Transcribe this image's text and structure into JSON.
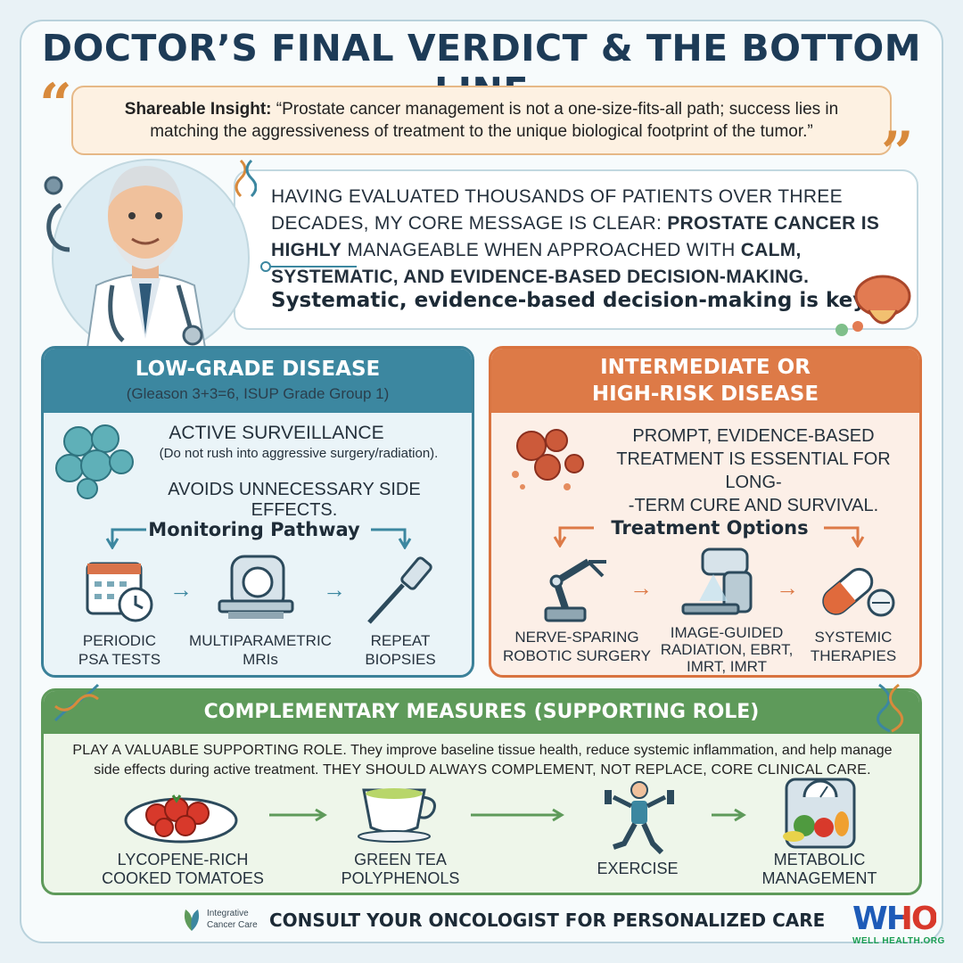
{
  "title": "DOCTOR’S FINAL VERDICT & THE BOTTOM LINE",
  "insight": {
    "label": "Shareable Insight:",
    "quote": "“Prostate cancer management is not a one-size-fits-all path; success lies in matching the aggressiveness of treatment to the unique biological footprint of the tumor.”"
  },
  "doctor": {
    "message_parts": [
      "HAVING EVALUATED THOUSANDS OF PATIENTS OVER THREE DECADES, MY CORE MESSAGE IS CLEAR: ",
      "PROSTATE CANCER IS ",
      "HIGHLY",
      " MANAGEABLE WHEN APPROACHED WITH ",
      "CALM, SYSTEMATIC, AND",
      " ",
      "EVIDENCE-BASED DECISION-MAKING."
    ],
    "key_line": "Systematic, evidence-based decision-making is key."
  },
  "low_grade": {
    "heading": "LOW-GRADE DISEASE",
    "subheading": "(Gleason 3+3=6, ISUP Grade Group 1)",
    "strategy": "ACTIVE SURVEILLANCE",
    "strategy_note": "(Do not rush into aggressive surgery/radiation).",
    "benefit": "AVOIDS UNNECESSARY SIDE EFFECTS.",
    "pathway_title": "Monitoring Pathway",
    "steps": [
      {
        "line1": "PERIODIC",
        "line2": "PSA TESTS",
        "icon": "calendar-clock-icon"
      },
      {
        "line1": "MULTIPARAMETRIC",
        "line2": "MRIs",
        "icon": "mri-scanner-icon"
      },
      {
        "line1": "REPEAT",
        "line2": "BIOPSIES",
        "icon": "biopsy-needle-icon"
      }
    ]
  },
  "high_risk": {
    "heading_line1": "INTERMEDIATE OR",
    "heading_line2": "HIGH-RISK DISEASE",
    "message_line1": "PROMPT, EVIDENCE-BASED",
    "message_line2": "TREATMENT IS ESSENTIAL FOR LONG-",
    "message_line3": "-TERM CURE AND SURVIVAL.",
    "pathway_title": "Treatment Options",
    "steps": [
      {
        "line1": "NERVE-SPARING",
        "line2": "ROBOTIC SURGERY",
        "line3": "",
        "icon": "robotic-arm-icon"
      },
      {
        "line1": "IMAGE-GUIDED",
        "line2": "RADIATION, EBRT,",
        "line3": "IMRT, IMRT",
        "icon": "radiation-machine-icon"
      },
      {
        "line1": "SYSTEMIC",
        "line2": "THERAPIES",
        "line3": "",
        "icon": "pill-icon"
      }
    ]
  },
  "complementary": {
    "heading": "COMPLEMENTARY MEASURES (SUPPORTING ROLE)",
    "text_lead": "PLAY A VALUABLE SUPPORTING ROLE.",
    "text_body": " They improve baseline tissue health, reduce systemic inflammation, and help manage side effects during active treatment. ",
    "text_tail": "THEY SHOULD ALWAYS COMPLEMENT, NOT REPLACE, CORE CLINICAL CARE.",
    "items": [
      {
        "line1": "LYCOPENE-RICH",
        "line2": "COOKED TOMATOES",
        "icon": "tomato-plate-icon"
      },
      {
        "line1": "GREEN TEA",
        "line2": "POLYPHENOLS",
        "icon": "tea-cup-icon"
      },
      {
        "line1": "EXERCISE",
        "line2": "",
        "icon": "exercise-icon"
      },
      {
        "line1": "METABOLIC",
        "line2": "MANAGEMENT",
        "icon": "scale-vegetables-icon"
      }
    ]
  },
  "footer": {
    "brand_line1": "Integrative",
    "brand_line2": "Cancer Care",
    "cta": "CONSULT YOUR ONCOLOGIST FOR PERSONALIZED CARE",
    "who_logo": "WHO",
    "who_sub": "WELL HEALTH.ORG"
  },
  "colors": {
    "navy": "#1d3b57",
    "teal": "#3c87a0",
    "orange": "#dd7a47",
    "green": "#5e9a5a"
  }
}
